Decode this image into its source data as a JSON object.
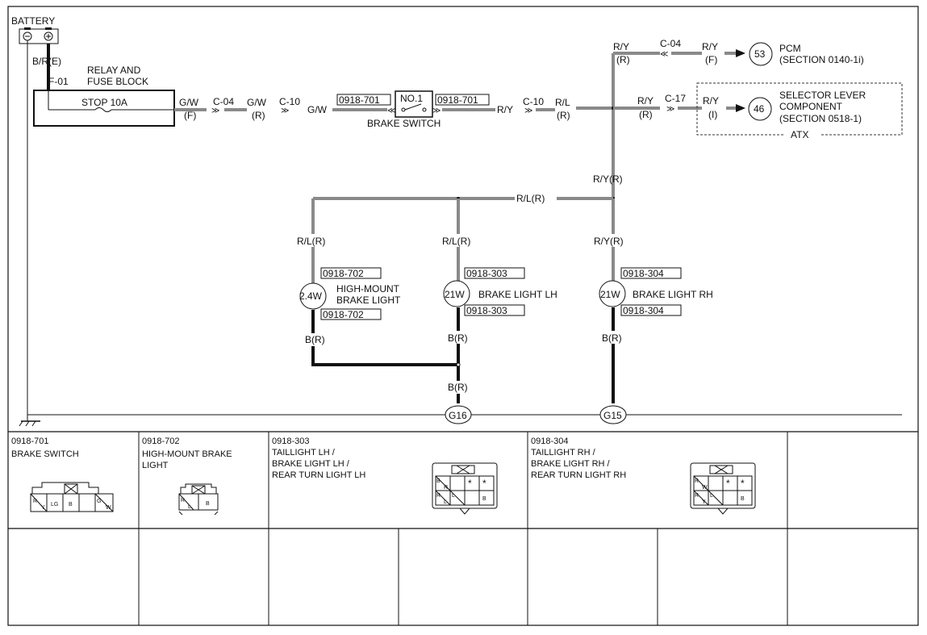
{
  "battery": {
    "label": "BATTERY",
    "wire": "B/R(E)"
  },
  "fuse": {
    "pin": "F-01",
    "title1": "RELAY AND",
    "title2": "FUSE BLOCK",
    "name": "STOP 10A"
  },
  "wires_top": {
    "gw_f": "G/W",
    "gw_f_sub": "(F)",
    "c04": "C-04",
    "gw_r": "G/W",
    "gw_r_sub": "(R)",
    "c10": "C-10",
    "gw": "G/W"
  },
  "brake_switch": {
    "conn_left": "0918-701",
    "conn_right": "0918-701",
    "box": "NO.1",
    "name": "BRAKE SWITCH"
  },
  "after_switch": {
    "ry": "R/Y",
    "c10": "C-10",
    "rl": "R/L",
    "rl_sub": "(R)"
  },
  "pcm_branch": {
    "ry1": "R/Y",
    "ry1_sub": "(R)",
    "c04": "C-04",
    "ry2": "R/Y",
    "ry2_sub": "(F)",
    "num": "53",
    "name": "PCM",
    "section": "(SECTION 0140-1i)"
  },
  "selector_branch": {
    "ry1": "R/Y",
    "ry1_sub": "(R)",
    "c17": "C-17",
    "ry2": "R/Y",
    "ry2_sub": "(I)",
    "num": "46",
    "name1": "SELECTOR LEVER",
    "name2": "COMPONENT",
    "section": "(SECTION 0518-1)",
    "atx": "ATX"
  },
  "mid_wires": {
    "ry_r": "R/Y(R)",
    "rl_r": "R/L(R)"
  },
  "lamps": [
    {
      "wire_top": "R/L(R)",
      "conn_top": "0918-702",
      "rating": "2.4W",
      "name1": "HIGH-MOUNT",
      "name2": "BRAKE LIGHT",
      "conn_bottom": "0918-702",
      "wire_bottom": "B(R)"
    },
    {
      "wire_top": "R/L(R)",
      "conn_top": "0918-303",
      "rating": "21W",
      "name1": "BRAKE LIGHT LH",
      "name2": "",
      "conn_bottom": "0918-303",
      "wire_bottom": "B(R)"
    },
    {
      "wire_top": "R/Y(R)",
      "conn_top": "0918-304",
      "rating": "21W",
      "name1": "BRAKE LIGHT RH",
      "name2": "",
      "conn_bottom": "0918-304",
      "wire_bottom": "B(R)"
    }
  ],
  "grounds": {
    "g16_wire": "B(R)",
    "g16": "G16",
    "g15": "G15"
  },
  "connectors": [
    {
      "id": "0918-701",
      "line1": "BRAKE SWITCH",
      "line2": "",
      "line3": "",
      "pins": [
        "R",
        "Y",
        "LG",
        "B",
        "G",
        "W"
      ]
    },
    {
      "id": "0918-702",
      "line1": "HIGH-MOUNT BRAKE",
      "line2": "LIGHT",
      "line3": "",
      "pins": [
        "R",
        "L",
        "B"
      ]
    },
    {
      "id": "0918-303",
      "line1": "TAILLIGHT LH /",
      "line2": "BRAKE LIGHT LH /",
      "line3": "REAR TURN LIGHT LH",
      "pins": [
        "B",
        "R",
        "*",
        "*",
        "R",
        "L",
        "L",
        "B"
      ]
    },
    {
      "id": "0918-304",
      "line1": "TAILLIGHT RH /",
      "line2": "BRAKE LIGHT RH /",
      "line3": "REAR TURN LIGHT RH",
      "pins": [
        "R",
        "W",
        "*",
        "*",
        "R",
        "Y",
        "L",
        "B"
      ]
    }
  ]
}
